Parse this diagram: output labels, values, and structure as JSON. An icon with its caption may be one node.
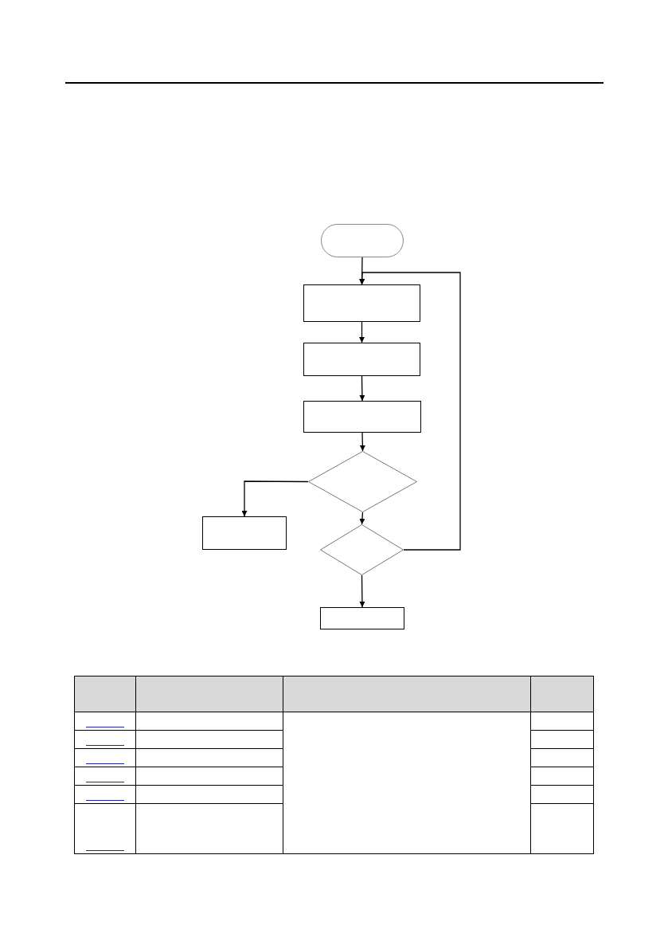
{
  "diagram": {
    "nodes": [
      {
        "text": [],
        "shape": "oval"
      },
      {
        "text": [],
        "shape": "box"
      },
      {
        "text": [],
        "shape": "box"
      },
      {
        "text": [],
        "shape": "box"
      },
      {
        "text": [],
        "shape": "diamond"
      },
      {
        "text": [],
        "shape": "box"
      },
      {
        "text": [],
        "shape": "diamond"
      },
      {
        "text": [],
        "shape": "box"
      }
    ],
    "edges": [
      {
        "from": 0,
        "to": 1,
        "arrow": "to"
      },
      {
        "from": 1,
        "to": 2,
        "arrow": "to"
      },
      {
        "from": 2,
        "to": 3,
        "arrow": "to"
      },
      {
        "from": 3,
        "to": 4,
        "arrow": "to"
      },
      {
        "from": 4,
        "to": 5,
        "arrow": "to"
      },
      {
        "from": 4,
        "to": 6,
        "arrow": "to"
      },
      {
        "from": 6,
        "to": 7,
        "arrow": "to"
      },
      {
        "from": 6,
        "to": 1,
        "arrow": "to"
      }
    ]
  }
}
